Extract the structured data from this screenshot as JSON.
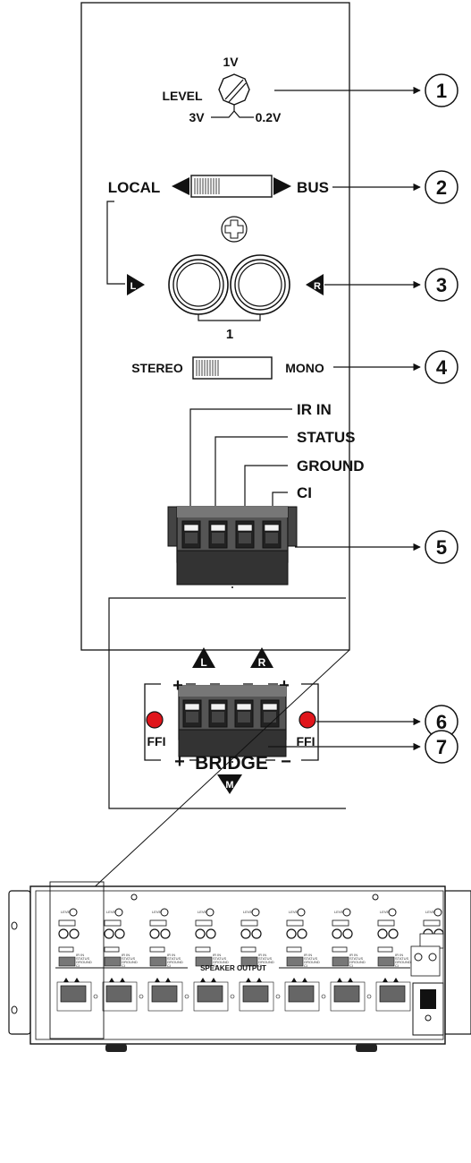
{
  "panel": {
    "level": {
      "title": "LEVEL",
      "top": "1V",
      "left": "3V",
      "right": "0.2V"
    },
    "switch_bus": {
      "left": "LOCAL",
      "right": "BUS"
    },
    "inputs": {
      "left_badge": "L",
      "right_badge": "R",
      "pair_label": "1"
    },
    "switch_mono": {
      "left": "STEREO",
      "right": "MONO"
    },
    "terminal": {
      "labels": [
        "IR IN",
        "STATUS",
        "GROUND",
        "CI"
      ]
    },
    "output": {
      "left_badge": "L",
      "right_badge": "R",
      "bridge_badge": "M",
      "plus": "+",
      "minus": "−",
      "bridge_label": "BRIDGE",
      "ffi_left": "FFI",
      "ffi_right": "FFI"
    }
  },
  "callouts": [
    "1",
    "2",
    "3",
    "4",
    "5",
    "6",
    "7"
  ],
  "rear": {
    "speaker_output": "SPEAKER OUTPUT",
    "channel_level": "LEVEL",
    "mini_labels": [
      "IR IN",
      "STATUS",
      "GROUND",
      "CI"
    ]
  },
  "colors": {
    "ffi_led": "#e0151b",
    "stroke": "#111111",
    "knob": "#ffffff"
  }
}
